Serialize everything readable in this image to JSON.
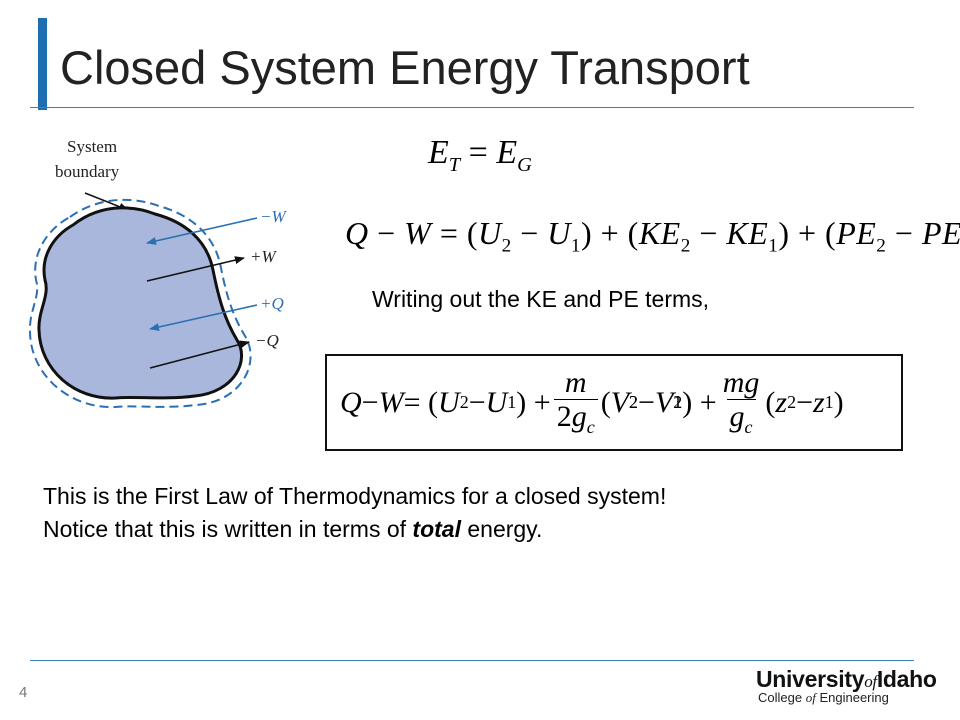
{
  "slide": {
    "title": "Closed System Energy Transport",
    "page_number": "4",
    "colors": {
      "accent": "#1d6fb2",
      "system_fill": "#aab7dc",
      "arrow_blue": "#2b6fb4"
    }
  },
  "diagram": {
    "boundary_label_line1": "System",
    "boundary_label_line2": "boundary",
    "arrow_minus_w": "−W",
    "arrow_plus_w": "+W",
    "arrow_plus_q": "+Q",
    "arrow_minus_q": "−Q"
  },
  "text": {
    "subtitle": "Writing out the KE and PE terms,",
    "line1": "This is the First Law of Thermodynamics for a closed system!",
    "line2_pre": "Notice that this is written in terms of ",
    "line2_em": "total",
    "line2_post": " energy."
  },
  "logo": {
    "university": "University",
    "of": "of",
    "idaho": "Idaho",
    "college": "College",
    "college_of": "of",
    "engineering": "Engineering"
  }
}
